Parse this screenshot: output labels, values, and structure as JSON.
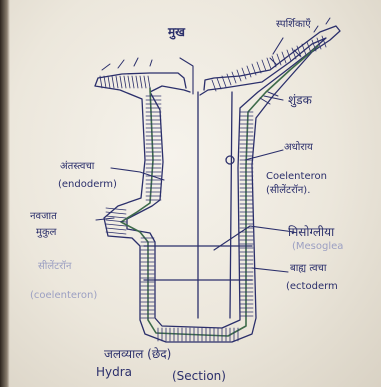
{
  "labels": {
    "mouth": "मुख",
    "tentacles": "स्पर्शिकाएँ",
    "tentacle_bud": "शुंडक",
    "hypostome": "अधोराय",
    "coelenteron_en": "Coelenteron",
    "coelenteron_hi": "(सीलेंटरॉन).",
    "endoderm_hi": "अंतस्त्वचा",
    "endoderm_en": "(endoderm)",
    "bud_hi_1": "नवजात",
    "bud_hi_2": "मुकुल",
    "mesoglea_hi": "मिसोग्लीया",
    "mesoglea_en": "(Mesoglea",
    "faint_hi": "सीलेंटरॉन",
    "faint_en": "(coelenteron)",
    "ectoderm_hi": "बाह्य त्वचा",
    "ectoderm_en": "(ectoderm",
    "caption_hi": "जलव्याल (छेद)",
    "caption_en_1": "Hydra",
    "caption_en_2": "(Section)"
  },
  "colors": {
    "ink": "#2b2f6b",
    "paper": "#f3efe6",
    "mesoglea": "#3e6b4a"
  }
}
